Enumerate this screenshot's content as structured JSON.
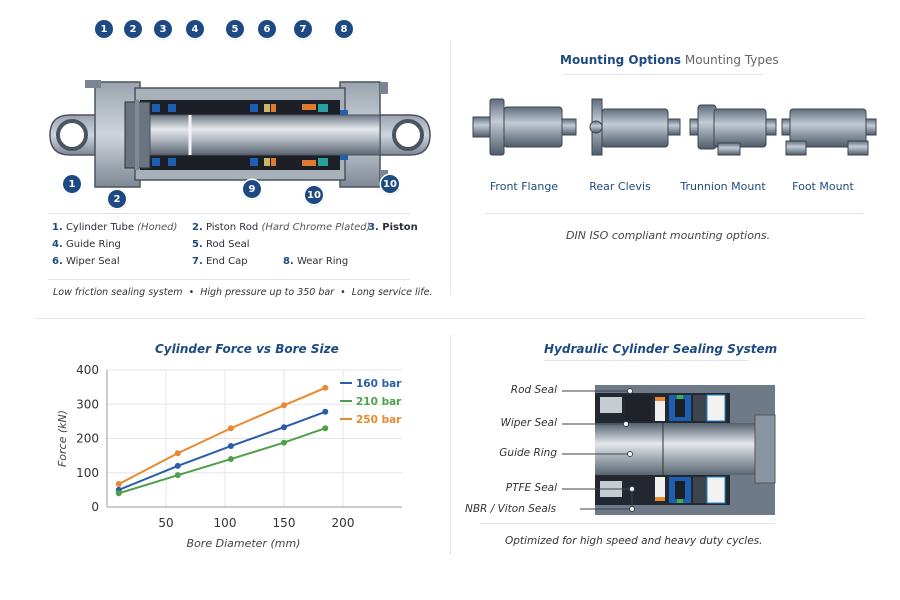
{
  "cylinder_diagram": {
    "callouts_top": [
      "1",
      "2",
      "3",
      "4",
      "5",
      "6",
      "7",
      "8"
    ],
    "callouts_bottom": [
      "1",
      "2",
      "9",
      "10",
      "10"
    ],
    "parts": [
      {
        "num": "1.",
        "name": "Cylinder Tube",
        "note": "(Honed)"
      },
      {
        "num": "2.",
        "name": "Piston Rod",
        "note": "(Hard Chrome Plated)"
      },
      {
        "num": "3.",
        "name": "Piston",
        "note": ""
      },
      {
        "num": "4.",
        "name": "Guide Ring",
        "note": ""
      },
      {
        "num": "5.",
        "name": "Rod Seal",
        "note": ""
      },
      {
        "num": "6.",
        "name": "Wiper Seal",
        "note": ""
      },
      {
        "num": "7.",
        "name": "End Cap",
        "note": ""
      },
      {
        "num": "8.",
        "name": "Wear Ring",
        "note": ""
      }
    ],
    "features": "Low friction sealing system  •  High pressure up to 350 bar  •  Long service life."
  },
  "mounting": {
    "title_bold": "Mounting Options",
    "title_light": "Mounting Types",
    "options": [
      "Front Flange",
      "Rear Clevis",
      "Trunnion Mount",
      "Foot Mount"
    ],
    "note": "DIN ISO compliant mounting options."
  },
  "chart_data": {
    "type": "line",
    "title": "Cylinder Force vs Bore Size",
    "xlabel": "Bore Diameter (mm)",
    "ylabel": "Force (kN)",
    "x": [
      10,
      60,
      105,
      150,
      185
    ],
    "xlim": [
      0,
      250
    ],
    "ylim": [
      0,
      400
    ],
    "xticks": [
      50,
      100,
      150,
      200
    ],
    "yticks": [
      0,
      100,
      200,
      300,
      400
    ],
    "grid": true,
    "legend_position": "top-right",
    "series": [
      {
        "name": "160 bar",
        "color": "#2a5ea8",
        "values": [
          50,
          120,
          178,
          233,
          278
        ]
      },
      {
        "name": "210 bar",
        "color": "#4fa04a",
        "values": [
          40,
          93,
          140,
          188,
          230
        ]
      },
      {
        "name": "250 bar",
        "color": "#e8892e",
        "values": [
          67,
          157,
          230,
          297,
          348
        ]
      }
    ]
  },
  "sealing": {
    "title": "Hydraulic Cylinder Sealing System",
    "labels": [
      "Rod Seal",
      "Wiper Seal",
      "Guide Ring",
      "PTFE Seal",
      "NBR / Viton Seals"
    ],
    "note": "Optimized for high speed and heavy duty cycles."
  }
}
